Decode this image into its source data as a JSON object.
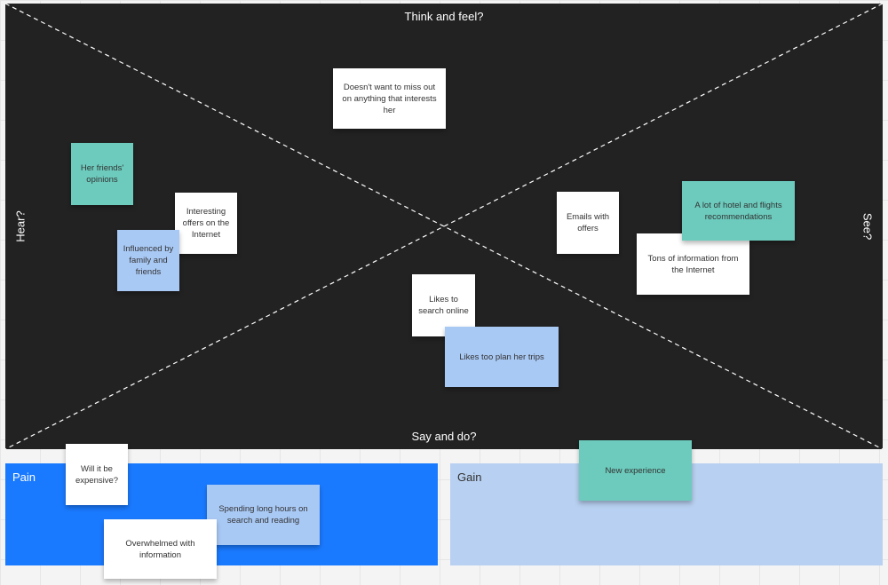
{
  "colors": {
    "board_background": "#222222",
    "board_line": "#ffffff",
    "board_label": "#ffffff",
    "pain_zone": "#1a7aff",
    "pain_title": "#ffffff",
    "gain_zone": "#b8d0f1",
    "gain_title": "#333333",
    "note_white": "#ffffff",
    "note_teal": "#6ccbbd",
    "note_blue": "#a9c9f5",
    "note_text": "#333333"
  },
  "board": {
    "top_label": "Think and feel?",
    "bottom_label": "Say and do?",
    "left_label": "Hear?",
    "right_label": "See?"
  },
  "zones": {
    "pain_title": "Pain",
    "gain_title": "Gain"
  },
  "stickies": [
    {
      "text": "Doesn't want to miss out on anything that interests her",
      "color": "white"
    },
    {
      "text": "Her friends' opinions",
      "color": "teal"
    },
    {
      "text": "Interesting offers on the Internet",
      "color": "white"
    },
    {
      "text": "Influenced by family and friends",
      "color": "blue"
    },
    {
      "text": "Emails with offers",
      "color": "white"
    },
    {
      "text": "A lot of hotel and flights recommendations",
      "color": "teal"
    },
    {
      "text": "Tons of information from the Internet",
      "color": "white"
    },
    {
      "text": "Likes to search online",
      "color": "white"
    },
    {
      "text": "Likes too plan her trips",
      "color": "blue"
    },
    {
      "text": "Will it be expensive?",
      "color": "white"
    },
    {
      "text": "Spending long hours on search and reading",
      "color": "blue"
    },
    {
      "text": "Overwhelmed with information",
      "color": "white"
    },
    {
      "text": "New experience",
      "color": "teal"
    }
  ]
}
